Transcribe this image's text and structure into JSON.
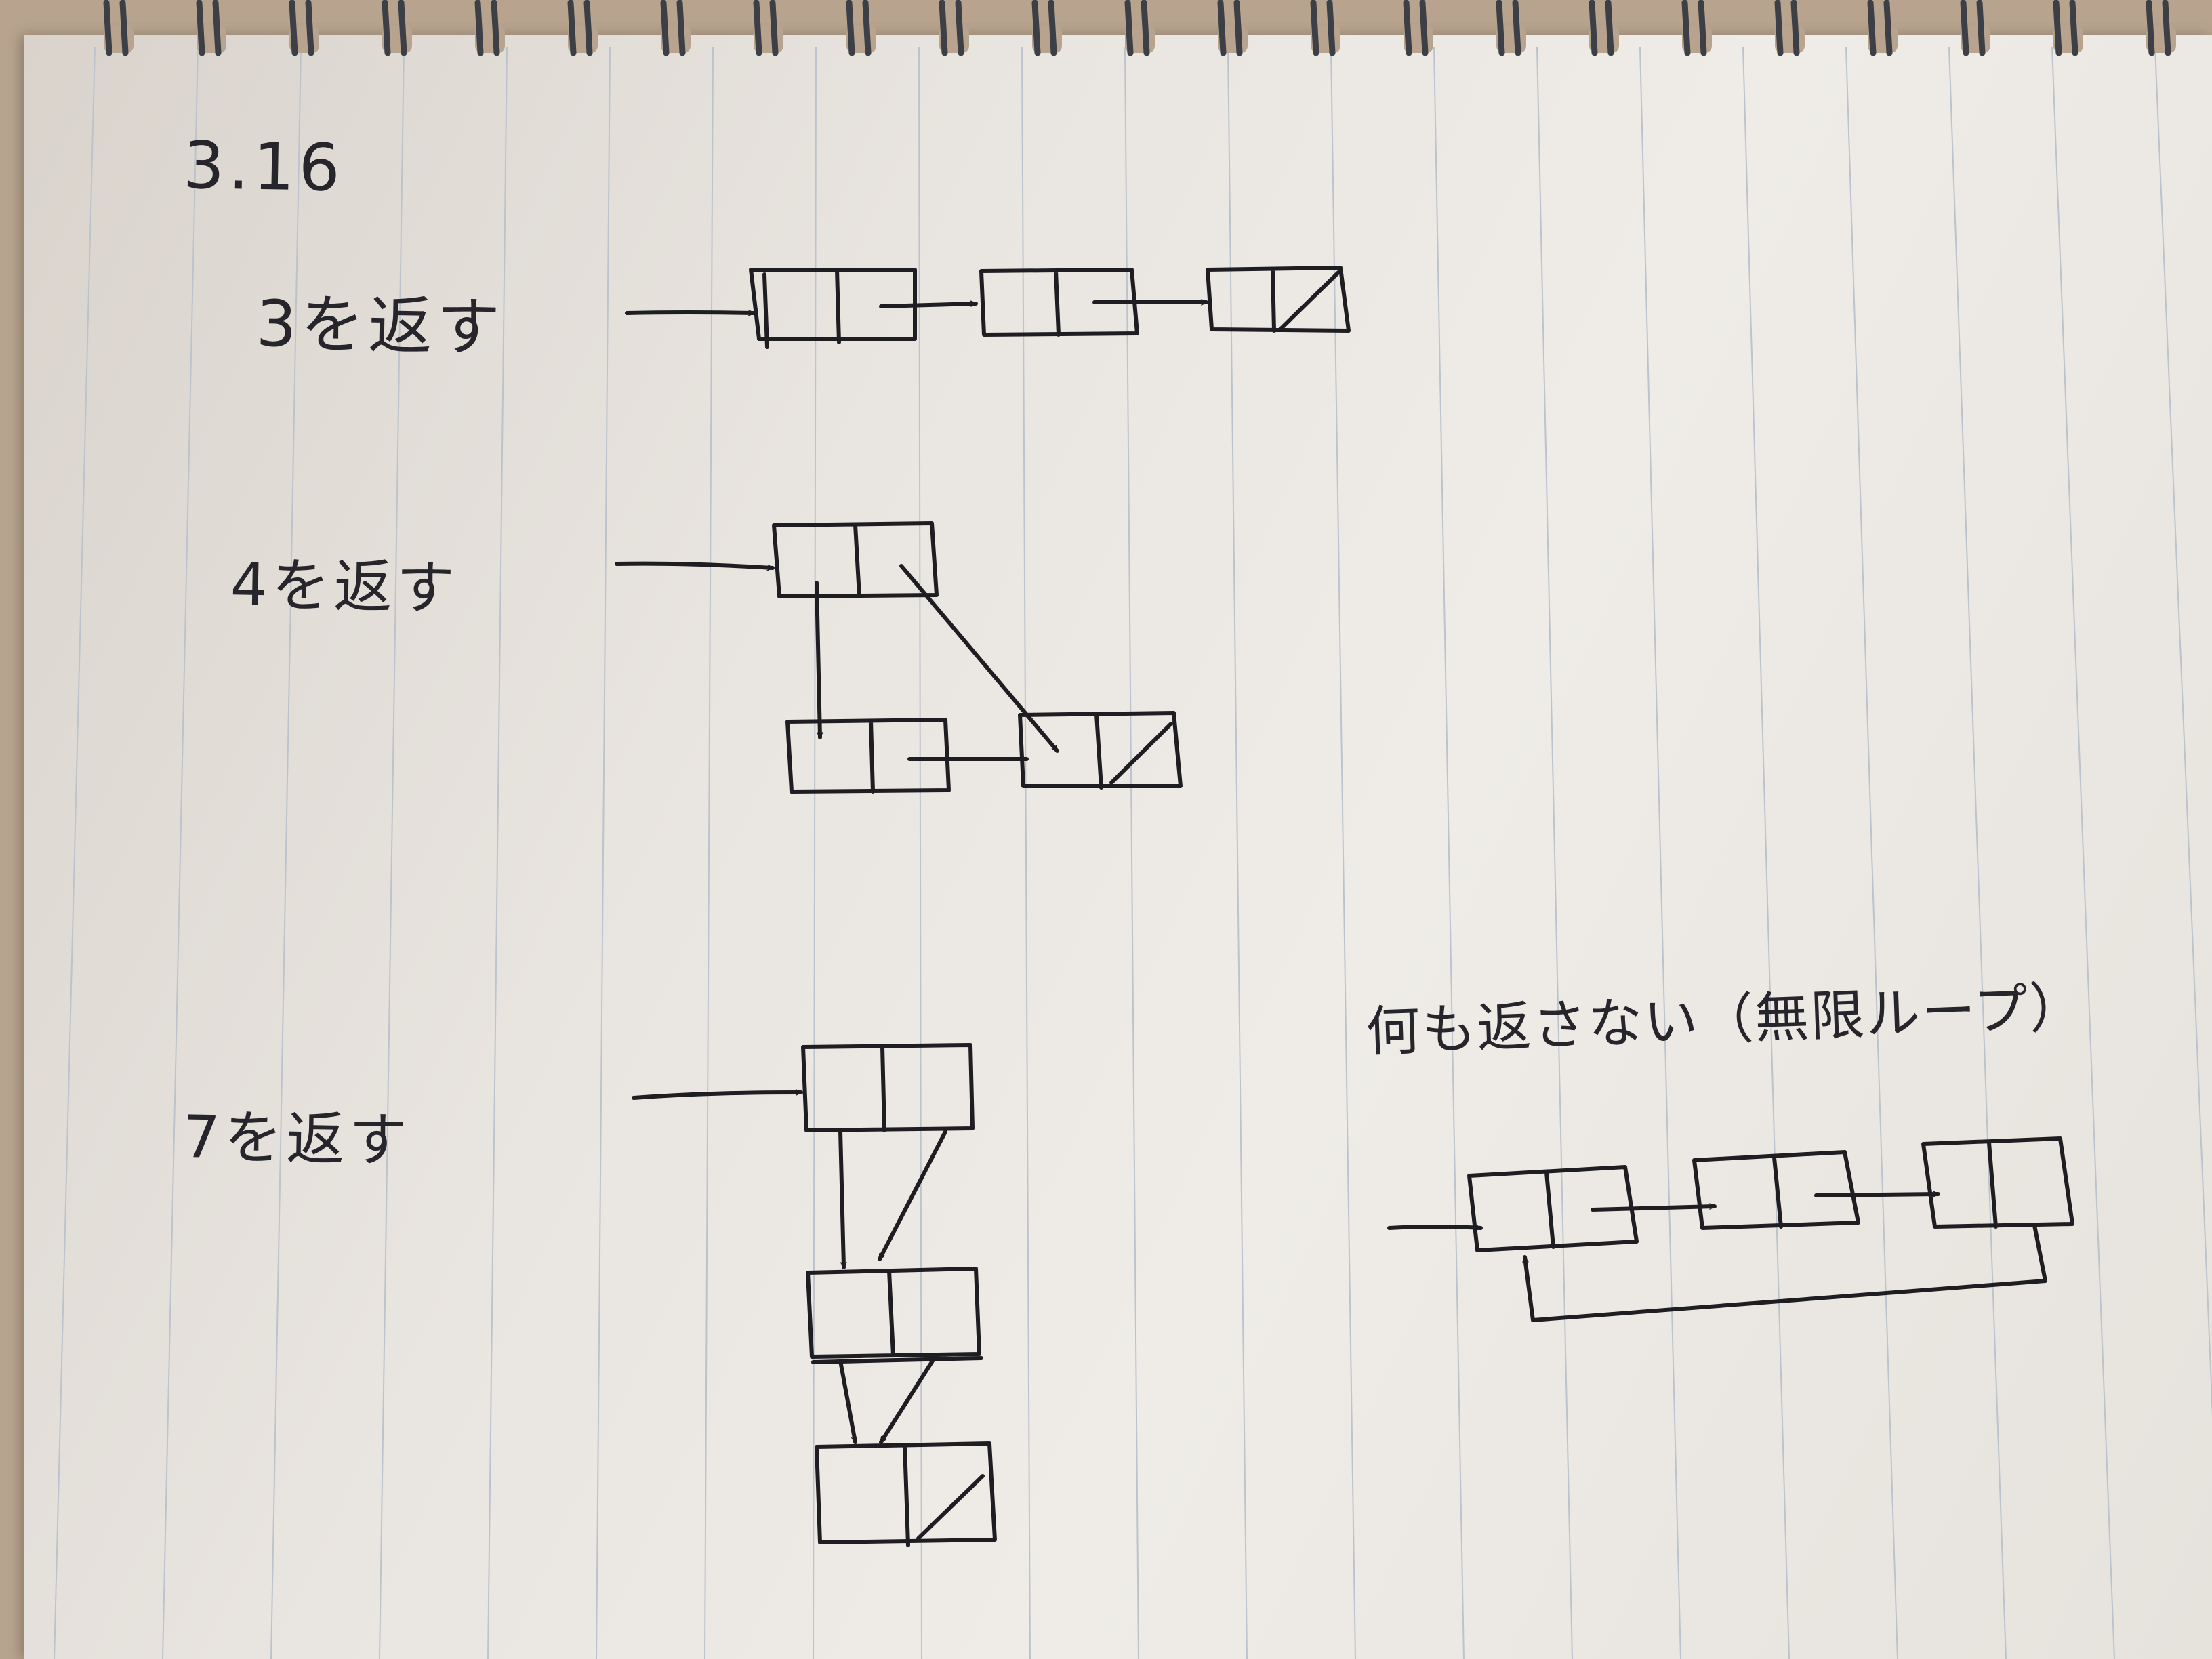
{
  "page": {
    "date_label": "3.16",
    "paper_color": "#ece8e3",
    "ink_color": "#1e1d22",
    "rule_color": "#bcc3cd"
  },
  "diagrams": [
    {
      "id": "returns-3",
      "label": "3を返す",
      "cells": [
        {
          "id": "a1",
          "null_cdr": false
        },
        {
          "id": "a2",
          "null_cdr": false
        },
        {
          "id": "a3",
          "null_cdr": true
        }
      ],
      "links": [
        {
          "from": "entry",
          "to": "a1"
        },
        {
          "from": "a1.cdr",
          "to": "a2"
        },
        {
          "from": "a2.cdr",
          "to": "a3"
        }
      ]
    },
    {
      "id": "returns-4",
      "label": "4を返す",
      "cells": [
        {
          "id": "b1",
          "null_cdr": false
        },
        {
          "id": "b2",
          "null_cdr": false
        },
        {
          "id": "b3",
          "null_cdr": true
        }
      ],
      "links": [
        {
          "from": "entry",
          "to": "b1"
        },
        {
          "from": "b1.car",
          "to": "b2"
        },
        {
          "from": "b1.cdr",
          "to": "b3"
        },
        {
          "from": "b2.cdr",
          "to": "b3"
        }
      ]
    },
    {
      "id": "returns-7",
      "label": "7を返す",
      "cells": [
        {
          "id": "c1",
          "null_cdr": false
        },
        {
          "id": "c2",
          "null_cdr": false
        },
        {
          "id": "c3",
          "null_cdr": true
        }
      ],
      "links": [
        {
          "from": "entry",
          "to": "c1"
        },
        {
          "from": "c1.car",
          "to": "c2"
        },
        {
          "from": "c1.cdr",
          "to": "c2"
        },
        {
          "from": "c2.car",
          "to": "c3"
        },
        {
          "from": "c2.cdr",
          "to": "c3"
        }
      ]
    },
    {
      "id": "returns-nothing",
      "label": "何も返さない（無限ループ）",
      "cells": [
        {
          "id": "d1",
          "null_cdr": false
        },
        {
          "id": "d2",
          "null_cdr": false
        },
        {
          "id": "d3",
          "null_cdr": false
        }
      ],
      "links": [
        {
          "from": "entry",
          "to": "d1"
        },
        {
          "from": "d1.cdr",
          "to": "d2"
        },
        {
          "from": "d2.cdr",
          "to": "d3"
        },
        {
          "from": "d3.cdr",
          "to": "d1",
          "loop_back": true
        }
      ]
    }
  ]
}
